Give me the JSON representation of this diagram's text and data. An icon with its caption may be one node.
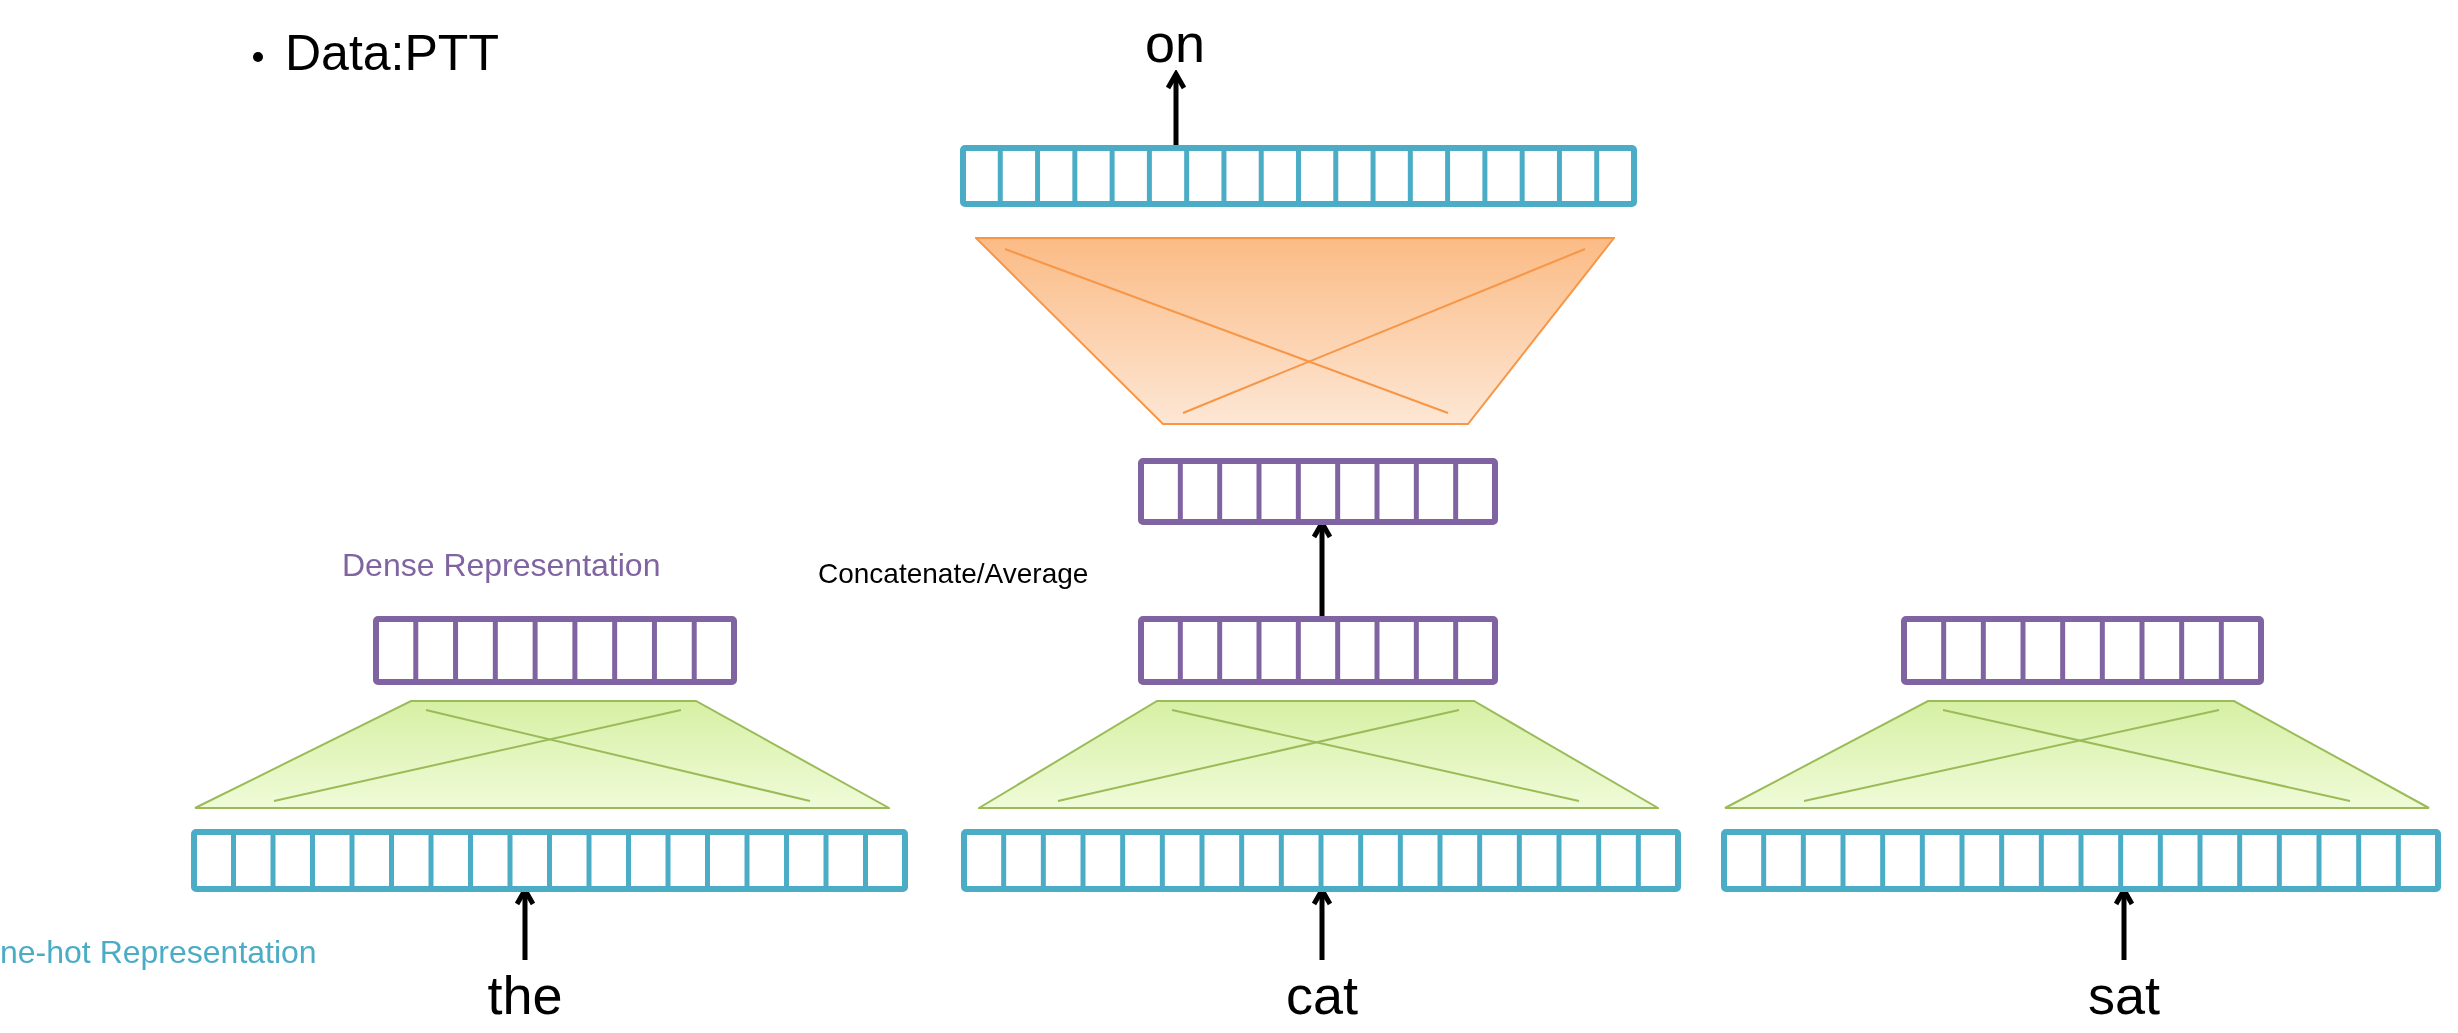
{
  "diagram": {
    "nodes": [
      {
        "text": [
          "on"
        ]
      },
      {
        "text": [],
        "shape": "bar"
      },
      {
        "text": [],
        "shape": "trapezoid"
      },
      {
        "text": [],
        "shape": "bar"
      },
      {
        "text": [],
        "shape": "bar"
      },
      {
        "text": [],
        "shape": "bar"
      },
      {
        "text": [],
        "shape": "bar"
      },
      {
        "text": [],
        "shape": "trapezoid"
      },
      {
        "text": [],
        "shape": "trapezoid"
      },
      {
        "text": [],
        "shape": "trapezoid"
      },
      {
        "text": [],
        "shape": "bar"
      },
      {
        "text": [],
        "shape": "bar"
      },
      {
        "text": [],
        "shape": "bar"
      },
      {
        "text": [
          "the"
        ]
      },
      {
        "text": [
          "cat"
        ]
      },
      {
        "text": [
          "sat"
        ]
      }
    ],
    "edges": [
      {
        "from": 1,
        "to": 0,
        "arrow": "to"
      },
      {
        "from": 5,
        "to": 3,
        "arrow": "to"
      },
      {
        "from": 13,
        "to": 10,
        "arrow": "to"
      },
      {
        "from": 14,
        "to": 11,
        "arrow": "to"
      },
      {
        "from": 15,
        "to": 12,
        "arrow": "to"
      }
    ],
    "labels": [
      "Data:PTT",
      "Dense Representation",
      "Concatenate/Average",
      "ne-hot Representation"
    ]
  }
}
